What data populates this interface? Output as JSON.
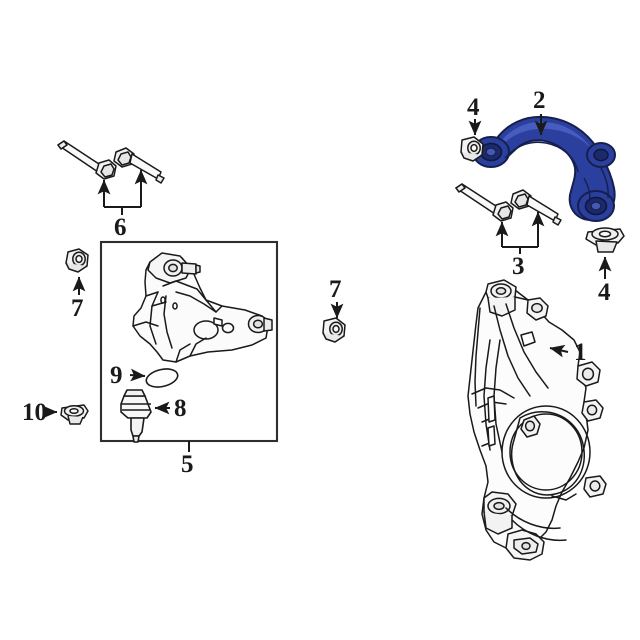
{
  "diagram": {
    "title": "Front Suspension Components Exploded Parts Diagram",
    "background_color": "#ffffff",
    "line_color": "#1a1a1a",
    "highlight_color": "#2b3f9e",
    "highlight_color_light": "#4a5fc0",
    "highlight_color_dark": "#1b2870",
    "metal_fill": "#f4f4f4",
    "metal_shade": "#d8d8d8"
  },
  "callouts": {
    "n1": "1",
    "n2": "2",
    "n3": "3",
    "n4a": "4",
    "n4b": "4",
    "n5": "5",
    "n6": "6",
    "n7a": "7",
    "n7b": "7",
    "n8": "8",
    "n9": "9",
    "n10": "10"
  },
  "parts": [
    {
      "ref": "1",
      "name": "steering-knuckle",
      "highlighted": false,
      "arrow": "left"
    },
    {
      "ref": "2",
      "name": "front-upper-control-arm",
      "highlighted": true,
      "arrow": "down"
    },
    {
      "ref": "3",
      "name": "upper-control-arm-bolts",
      "highlighted": false,
      "arrow": "bracket-up",
      "count": 2
    },
    {
      "ref": "4",
      "name": "upper-control-arm-nut",
      "highlighted": false,
      "arrow": "down"
    },
    {
      "ref": "4",
      "name": "upper-ball-joint-nut",
      "highlighted": false,
      "arrow": "up"
    },
    {
      "ref": "5",
      "name": "front-lower-control-arm-assembly",
      "highlighted": false,
      "arrow": "tick"
    },
    {
      "ref": "6",
      "name": "lower-control-arm-bolts",
      "highlighted": false,
      "arrow": "bracket-up",
      "count": 2
    },
    {
      "ref": "7",
      "name": "lower-control-arm-nut-left",
      "highlighted": false,
      "arrow": "up"
    },
    {
      "ref": "7",
      "name": "lower-control-arm-nut-right",
      "highlighted": false,
      "arrow": "down"
    },
    {
      "ref": "8",
      "name": "lower-ball-joint",
      "highlighted": false,
      "arrow": "left"
    },
    {
      "ref": "9",
      "name": "ball-joint-seal",
      "highlighted": false,
      "arrow": "right"
    },
    {
      "ref": "10",
      "name": "lower-ball-joint-nut",
      "highlighted": false,
      "arrow": "right"
    }
  ]
}
